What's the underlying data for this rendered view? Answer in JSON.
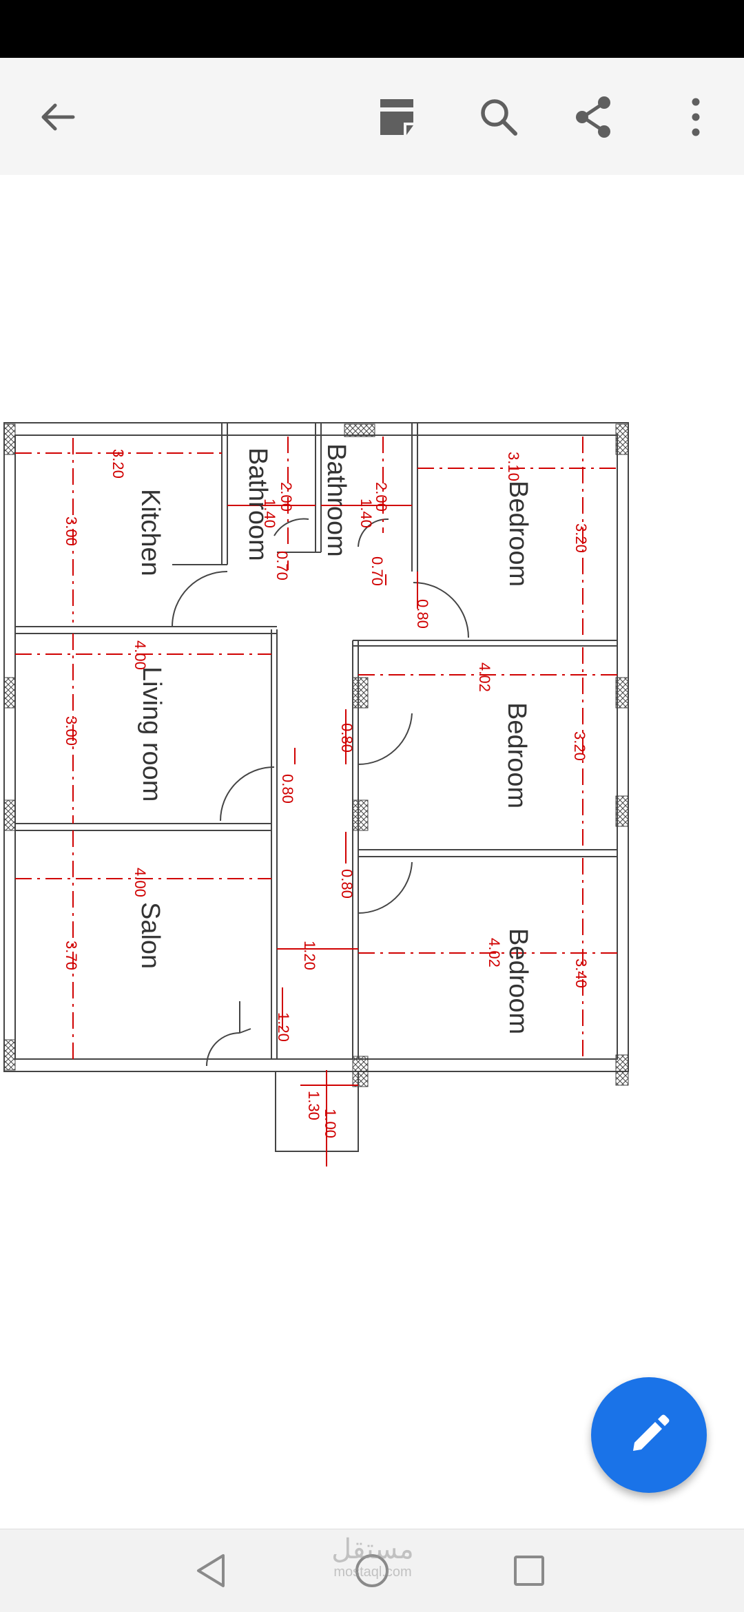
{
  "toolbar": {
    "back_icon": "arrow-left-icon",
    "actions": [
      "file-info-icon",
      "search-icon",
      "share-icon",
      "more-vert-icon"
    ]
  },
  "plan": {
    "rooms": [
      {
        "name": "Kitchen"
      },
      {
        "name": "Bathroom"
      },
      {
        "name": "Bathroom"
      },
      {
        "name": "Bedroom"
      },
      {
        "name": "Living room"
      },
      {
        "name": "Bedroom"
      },
      {
        "name": "Salon"
      },
      {
        "name": "Bedroom"
      }
    ],
    "dimensions": [
      "3.20",
      "3.00",
      "2.00",
      "1.40",
      "0.70",
      "2.00",
      "1.40",
      "0.70",
      "3.10",
      "3.20",
      "0.80",
      "4.00",
      "3.00",
      "0.80",
      "0.80",
      "4.02",
      "3.20",
      "4.00",
      "3.70",
      "1.20",
      "1.20",
      "0.80",
      "4.02",
      "3.40",
      "1.30",
      "1.00"
    ]
  },
  "fab": {
    "icon": "pencil-icon"
  },
  "watermark": {
    "arabic": "مستقل",
    "latin": "mostaql.com"
  },
  "navbar": {
    "items": [
      "back-triangle-icon",
      "home-circle-icon",
      "recents-square-icon"
    ]
  },
  "colors": {
    "accent": "#1a73e8",
    "dimension": "#d00000",
    "wall": "#444444",
    "toolbar_bg": "#f5f5f5"
  }
}
